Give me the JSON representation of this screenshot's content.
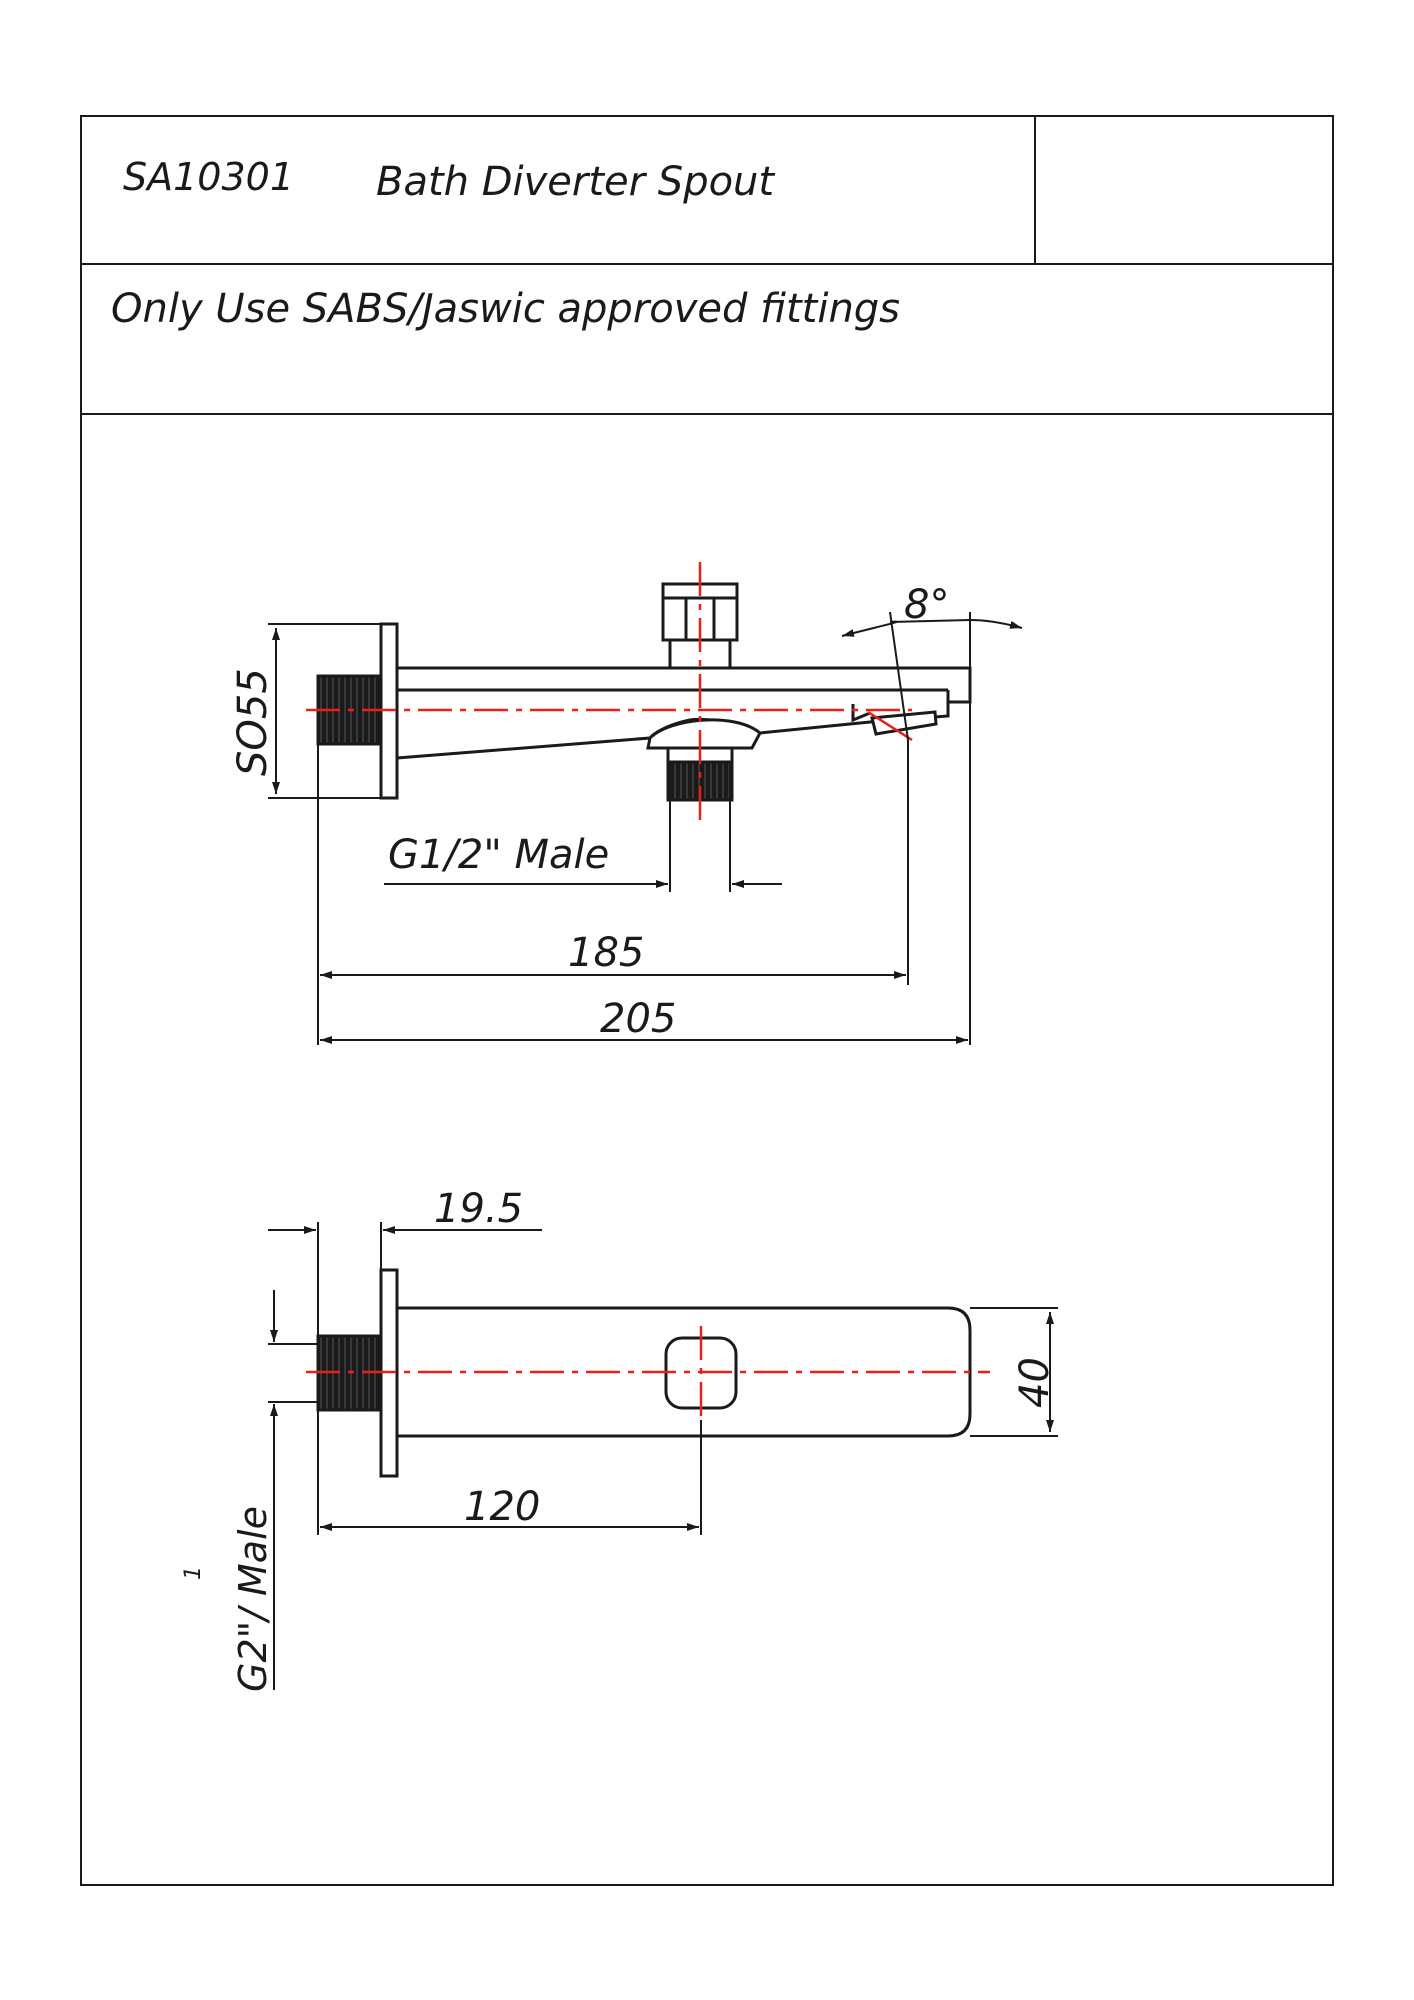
{
  "header": {
    "code": "SA10301",
    "title": "Bath Diverter Spout",
    "note": "Only Use SABS/Jaswic approved fittings"
  },
  "side_view": {
    "angle_label": "8°",
    "height_label": "SO55",
    "thread_label": "G1/2\" Male",
    "length_outlet_label": "185",
    "length_total_label": "205"
  },
  "top_view": {
    "offset_label": "19.5",
    "width_label": "40",
    "center_label": "120",
    "thread_label": "G2\"/ Male",
    "thread_index": "1"
  },
  "colors": {
    "line": "#1a1a1a",
    "centerline": "#e8201a",
    "background": "#ffffff"
  }
}
